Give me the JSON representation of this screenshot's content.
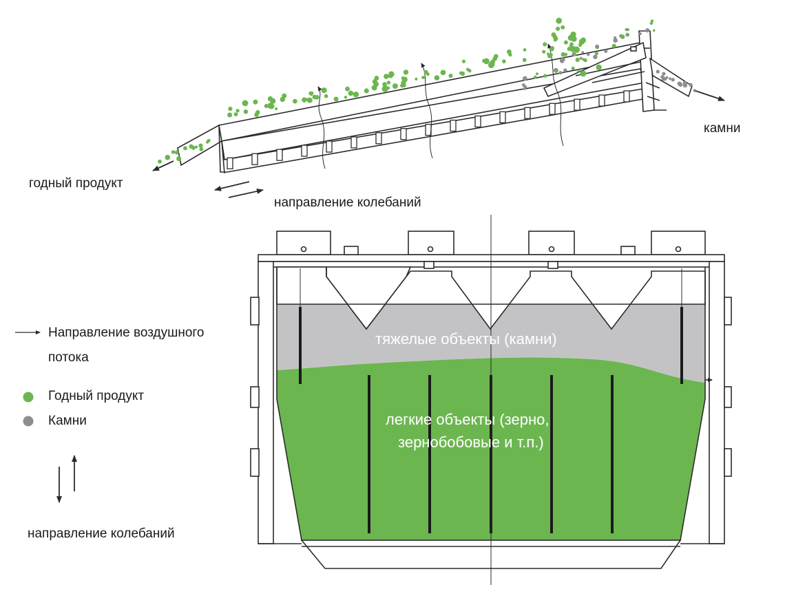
{
  "labels": {
    "good_product_top": "годный продукт",
    "stones_top": "камни",
    "oscillation_top": "направление колебаний",
    "air_flow_line1": "Направление воздушного",
    "air_flow_line2": "потока",
    "legend_good": "Годный продукт",
    "legend_stones": "Камни",
    "oscillation_bottom": "направление колебаний",
    "heavy_objects": "тяжелые объекты (камни)",
    "light_line1": "легкие объекты (зерно,",
    "light_line2": "зернобобовые и т.п.)"
  },
  "colors": {
    "good_product": "#6cb650",
    "stones": "#8e8e92",
    "heavy_zone": "#c3c3c6",
    "light_zone": "#6cb650",
    "line": "#2b2b2b"
  },
  "icons": {
    "air_flow": "arrow-right-icon",
    "oscillation": "double-arrow-icon"
  }
}
